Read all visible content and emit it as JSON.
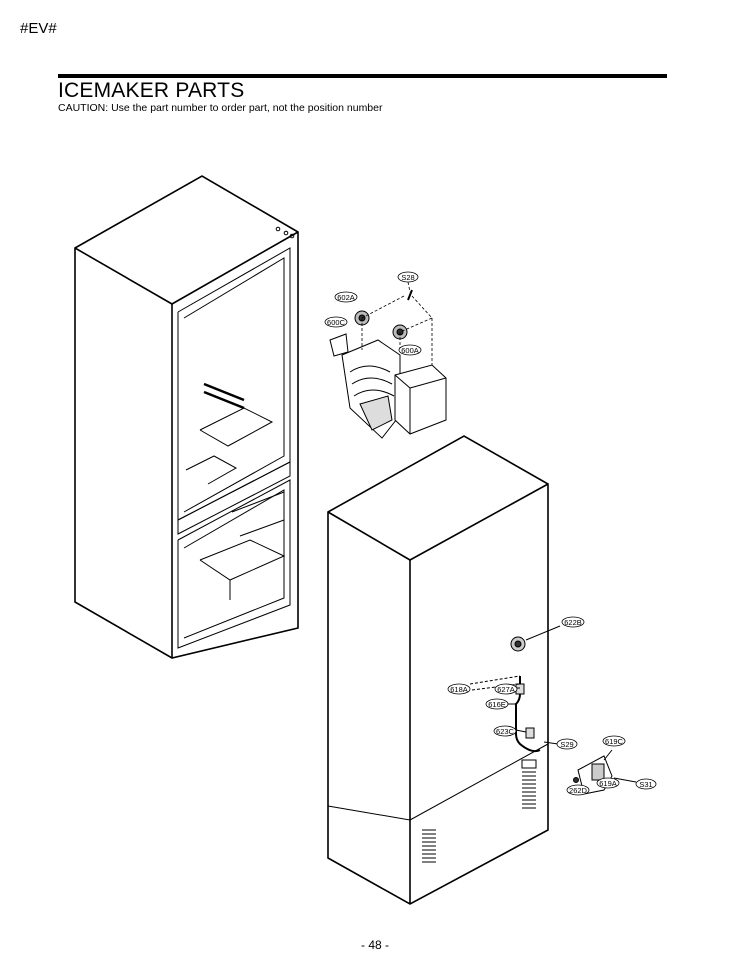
{
  "header": {
    "tag": "#EV#"
  },
  "section": {
    "title": "ICEMAKER PARTS",
    "caution": "CAUTION: Use the part number to order part, not the position number"
  },
  "callouts": [
    {
      "id": "S28",
      "label": "S28"
    },
    {
      "id": "602A",
      "label": "602A"
    },
    {
      "id": "600C",
      "label": "600C"
    },
    {
      "id": "600A",
      "label": "600A"
    },
    {
      "id": "622B",
      "label": "622B"
    },
    {
      "id": "618A",
      "label": "618A"
    },
    {
      "id": "627A",
      "label": "627A"
    },
    {
      "id": "616E",
      "label": "616E"
    },
    {
      "id": "623C",
      "label": "623C"
    },
    {
      "id": "S29",
      "label": "S29"
    },
    {
      "id": "619C",
      "label": "619C"
    },
    {
      "id": "619A",
      "label": "619A"
    },
    {
      "id": "262D",
      "label": "262D"
    },
    {
      "id": "S31",
      "label": "S31"
    }
  ],
  "footer": {
    "page_number": "- 48 -"
  }
}
